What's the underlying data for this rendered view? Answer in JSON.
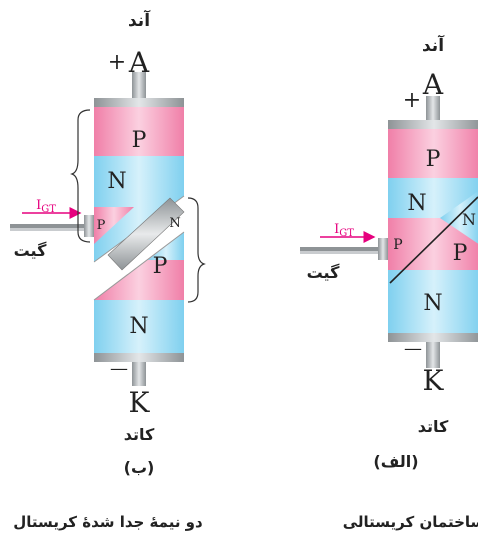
{
  "colors": {
    "p_region": "#f4a7c3",
    "n_region": "#a8def2",
    "terminal_gray": "#b8bcbf",
    "gate_arrow": "#e6007e",
    "label_dark": "#222222"
  },
  "left_diagram": {
    "anode_fa": "آند",
    "anode_symbol": "A",
    "plus": "+",
    "layers": [
      "P",
      "N",
      "P",
      "N"
    ],
    "gate_p": "P",
    "split_n": "N",
    "gate_current": "IGT",
    "gate_fa": "گیت",
    "minus": "—",
    "cathode_symbol": "K",
    "cathode_fa": "کاتد",
    "letter": "(ب)",
    "caption": "دو نیمهٔ جدا شدهٔ کریستال"
  },
  "right_diagram": {
    "anode_fa": "آند",
    "anode_symbol": "A",
    "plus": "+",
    "layers": [
      "P",
      "N",
      "P",
      "N"
    ],
    "split_n": "N",
    "gate_p": "P",
    "gate_current": "IGT",
    "gate_fa": "گیت",
    "minus": "—",
    "cathode_symbol": "K",
    "cathode_fa": "کاتد",
    "letter": "(الف)",
    "caption": "ساختمان کریستالی"
  }
}
